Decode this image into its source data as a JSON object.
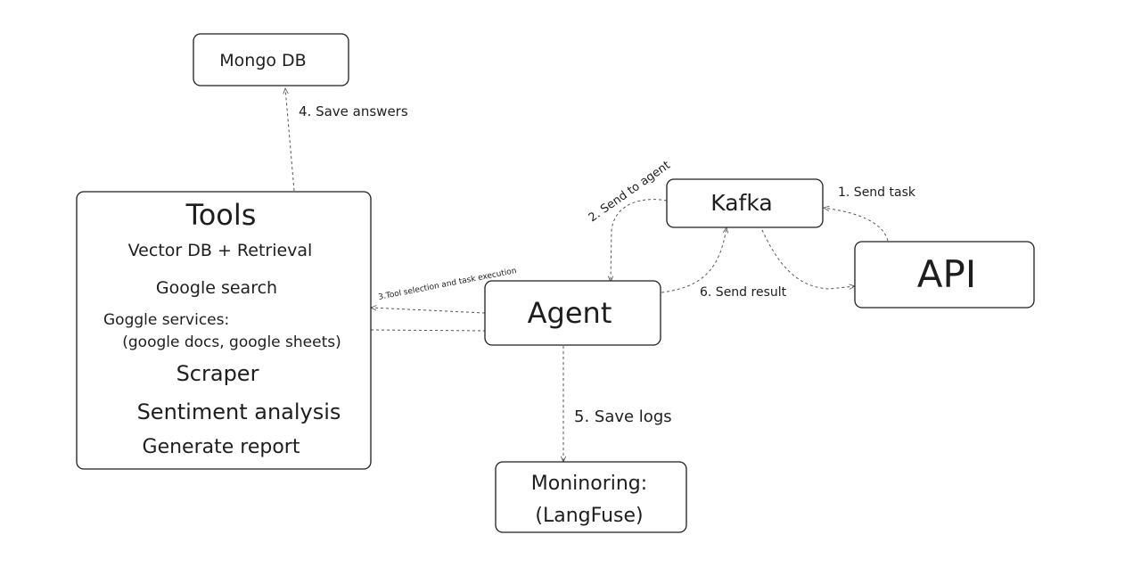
{
  "nodes": {
    "mongo": {
      "label": "Mongo DB"
    },
    "tools": {
      "title": "Tools",
      "items": [
        "Vector DB + Retrieval",
        "Google search",
        "Goggle services:",
        "(google docs, google sheets)",
        "Scraper",
        "Sentiment analysis",
        "Generate report"
      ]
    },
    "kafka": {
      "label": "Kafka"
    },
    "api": {
      "label": "API"
    },
    "agent": {
      "label": "Agent"
    },
    "monitoring": {
      "lines": [
        "Moninoring:",
        "(LangFuse)"
      ]
    }
  },
  "edges": {
    "save_answers": "4. Save answers",
    "send_to_agent": "2. Send to agent",
    "send_task": "1. Send task",
    "tool_selection": "3.Tool selection and task execution",
    "send_result": "6. Send result",
    "save_logs": "5. Save logs"
  },
  "colors": {
    "stroke": "#1e1e1e",
    "edge": "#555555",
    "background": "#ffffff"
  }
}
